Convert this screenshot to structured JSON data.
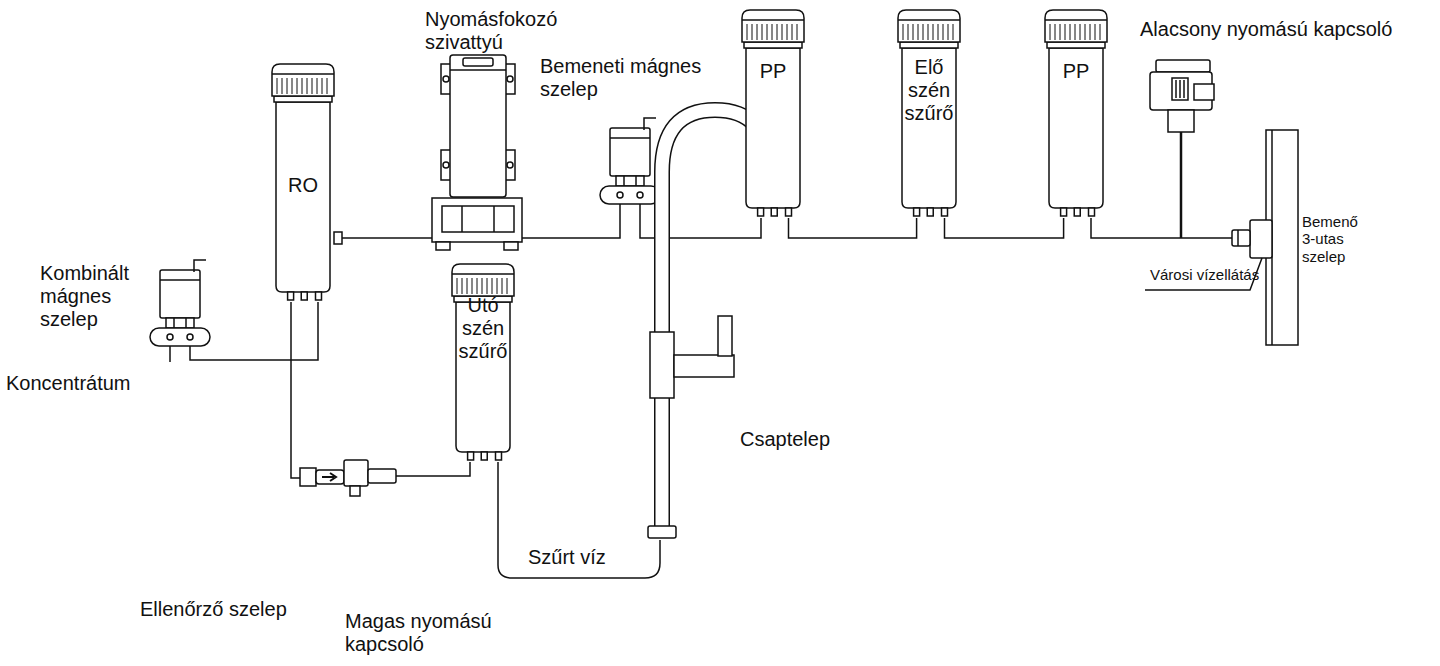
{
  "diagram": {
    "nodes": [
      {
        "text": [
          "PP"
        ]
      },
      {
        "text": [
          "Elő szén szűrő"
        ]
      },
      {
        "text": [
          "PP"
        ]
      },
      {
        "text": [
          "RO"
        ]
      },
      {
        "text": [
          "Utó szén szűrő"
        ]
      }
    ],
    "edges": [
      {
        "from": 2,
        "to": 1,
        "arrow": "none"
      },
      {
        "from": 1,
        "to": 0,
        "arrow": "none"
      }
    ],
    "labels": [
      "Nyomásfokozó szivattyú",
      "Bemeneti mágnes szelep",
      "Alacsony nyomású kapcsoló",
      "Bemenő 3-utas szelep",
      "Városi vízellátás",
      "Kombinált mágnes szelep",
      "Koncentrátum",
      "Csaptelep",
      "Szűrt víz",
      "Ellenőrző szelep",
      "Magas nyomású kapcsoló"
    ]
  }
}
